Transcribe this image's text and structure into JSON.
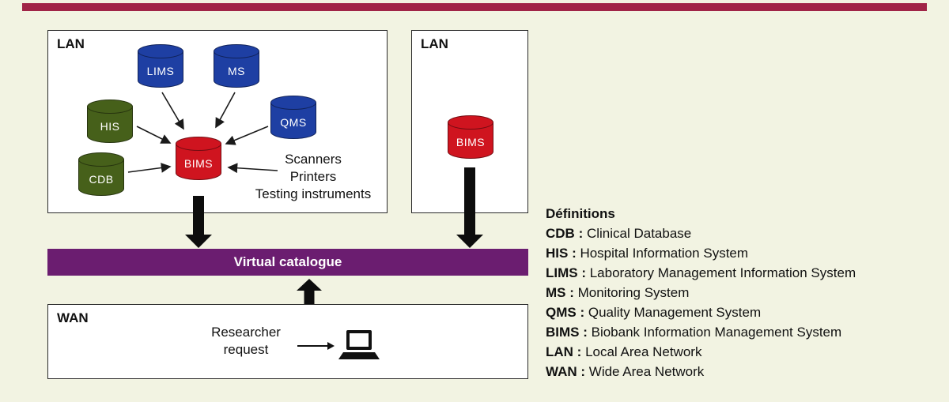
{
  "colors": {
    "background": "#f2f3e2",
    "top_bar": "#a02447",
    "purple_bar": "#6b1d70",
    "blue": "#1e3fa3",
    "green": "#46601a",
    "red": "#cf141f"
  },
  "lan_left": {
    "label": "LAN",
    "cylinders": [
      {
        "label": "LIMS",
        "color": "#1e3fa3"
      },
      {
        "label": "MS",
        "color": "#1e3fa3"
      },
      {
        "label": "HIS",
        "color": "#46601a"
      },
      {
        "label": "QMS",
        "color": "#1e3fa3"
      },
      {
        "label": "CDB",
        "color": "#46601a"
      },
      {
        "label": "BIMS",
        "color": "#cf141f"
      }
    ],
    "peripherals": [
      "Scanners",
      "Printers",
      "Testing instruments"
    ]
  },
  "lan_right": {
    "label": "LAN",
    "cylinders": [
      {
        "label": "BIMS",
        "color": "#cf141f"
      }
    ]
  },
  "catalogue": {
    "label": "Virtual catalogue"
  },
  "wan": {
    "label": "WAN",
    "request_line1": "Researcher",
    "request_line2": "request"
  },
  "definitions": {
    "title": "Définitions",
    "separator": " : ",
    "items": [
      {
        "term": "CDB",
        "text": "Clinical Database"
      },
      {
        "term": "HIS",
        "text": "Hospital Information System"
      },
      {
        "term": "LIMS",
        "text": "Laboratory Management Information System"
      },
      {
        "term": "MS",
        "text": "Monitoring System"
      },
      {
        "term": "QMS",
        "text": "Quality Management System"
      },
      {
        "term": "BIMS",
        "text": "Biobank Information Management System"
      },
      {
        "term": "LAN",
        "text": "Local Area Network"
      },
      {
        "term": "WAN",
        "text": "Wide Area Network"
      }
    ]
  }
}
